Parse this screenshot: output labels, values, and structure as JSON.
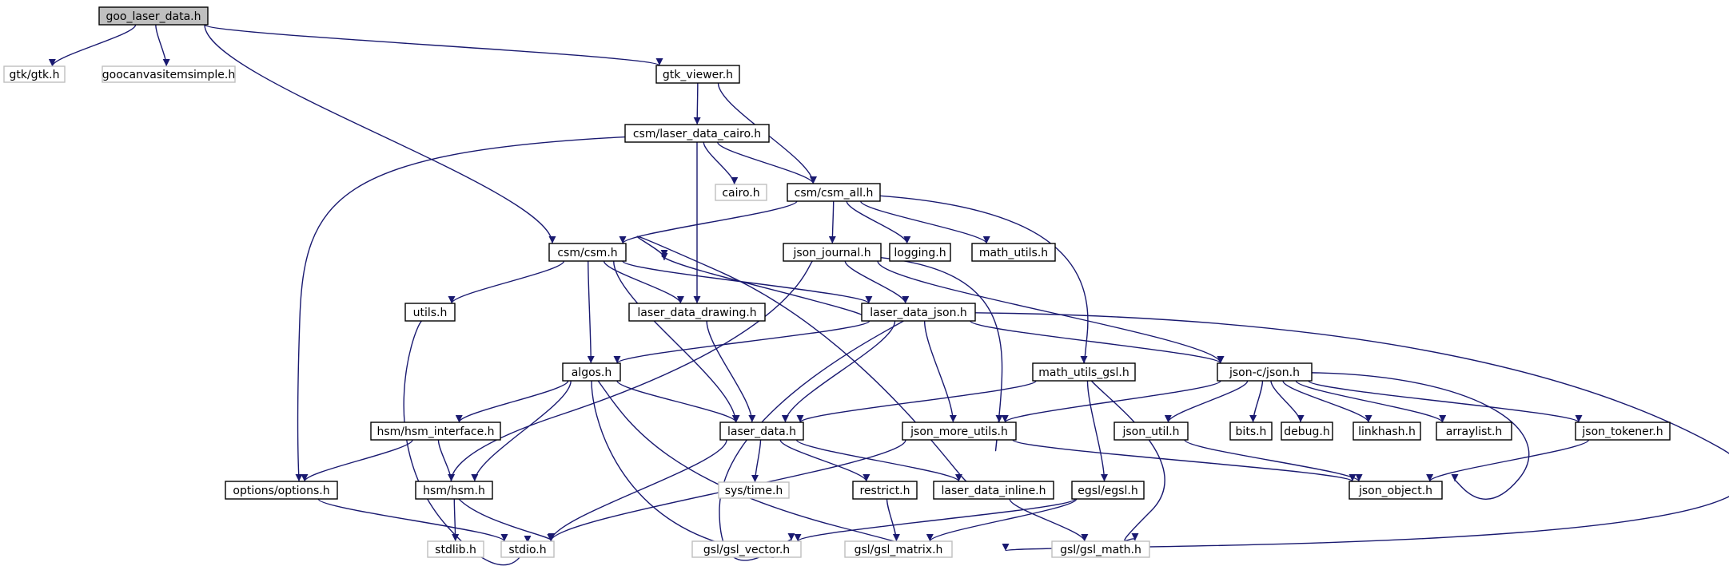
{
  "colors": {
    "edge": "#191970",
    "node_border": "#000000",
    "node_border_external": "#bfbfbf",
    "node_fill": "#ffffff",
    "root_fill": "#bfbfbf",
    "label": "#000000"
  },
  "nodes": [
    {
      "id": "goo_laser_data_h",
      "label": "goo_laser_data.h",
      "kind": "root"
    },
    {
      "id": "gtk_gtk_h",
      "label": "gtk/gtk.h",
      "kind": "external"
    },
    {
      "id": "goocanvasitemsimple_h",
      "label": "goocanvasitemsimple.h",
      "kind": "external"
    },
    {
      "id": "gtk_viewer_h",
      "label": "gtk_viewer.h",
      "kind": "normal"
    },
    {
      "id": "csm_laser_data_cairo_h",
      "label": "csm/laser_data_cairo.h",
      "kind": "normal"
    },
    {
      "id": "cairo_h",
      "label": "cairo.h",
      "kind": "external"
    },
    {
      "id": "csm_csm_all_h",
      "label": "csm/csm_all.h",
      "kind": "normal"
    },
    {
      "id": "csm_csm_h",
      "label": "csm/csm.h",
      "kind": "normal"
    },
    {
      "id": "json_journal_h",
      "label": "json_journal.h",
      "kind": "normal"
    },
    {
      "id": "logging_h",
      "label": "logging.h",
      "kind": "normal"
    },
    {
      "id": "math_utils_h",
      "label": "math_utils.h",
      "kind": "normal"
    },
    {
      "id": "utils_h",
      "label": "utils.h",
      "kind": "normal"
    },
    {
      "id": "laser_data_drawing_h",
      "label": "laser_data_drawing.h",
      "kind": "normal"
    },
    {
      "id": "laser_data_json_h",
      "label": "laser_data_json.h",
      "kind": "normal"
    },
    {
      "id": "algos_h",
      "label": "algos.h",
      "kind": "normal"
    },
    {
      "id": "math_utils_gsl_h",
      "label": "math_utils_gsl.h",
      "kind": "normal"
    },
    {
      "id": "json_c_json_h",
      "label": "json-c/json.h",
      "kind": "normal"
    },
    {
      "id": "hsm_hsm_interface_h",
      "label": "hsm/hsm_interface.h",
      "kind": "normal"
    },
    {
      "id": "laser_data_h",
      "label": "laser_data.h",
      "kind": "normal"
    },
    {
      "id": "json_more_utils_h",
      "label": "json_more_utils.h",
      "kind": "normal"
    },
    {
      "id": "json_util_h",
      "label": "json_util.h",
      "kind": "normal"
    },
    {
      "id": "bits_h",
      "label": "bits.h",
      "kind": "normal"
    },
    {
      "id": "debug_h",
      "label": "debug.h",
      "kind": "normal"
    },
    {
      "id": "linkhash_h",
      "label": "linkhash.h",
      "kind": "normal"
    },
    {
      "id": "arraylist_h",
      "label": "arraylist.h",
      "kind": "normal"
    },
    {
      "id": "json_tokener_h",
      "label": "json_tokener.h",
      "kind": "normal"
    },
    {
      "id": "options_options_h",
      "label": "options/options.h",
      "kind": "normal"
    },
    {
      "id": "hsm_hsm_h",
      "label": "hsm/hsm.h",
      "kind": "normal"
    },
    {
      "id": "sys_time_h",
      "label": "sys/time.h",
      "kind": "external"
    },
    {
      "id": "restrict_h",
      "label": "restrict.h",
      "kind": "normal"
    },
    {
      "id": "laser_data_inline_h",
      "label": "laser_data_inline.h",
      "kind": "normal"
    },
    {
      "id": "egsl_egsl_h",
      "label": "egsl/egsl.h",
      "kind": "normal"
    },
    {
      "id": "json_object_h",
      "label": "json_object.h",
      "kind": "normal"
    },
    {
      "id": "stdlib_h",
      "label": "stdlib.h",
      "kind": "external"
    },
    {
      "id": "stdio_h",
      "label": "stdio.h",
      "kind": "external"
    },
    {
      "id": "gsl_gsl_vector_h",
      "label": "gsl/gsl_vector.h",
      "kind": "external"
    },
    {
      "id": "gsl_gsl_matrix_h",
      "label": "gsl/gsl_matrix.h",
      "kind": "external"
    },
    {
      "id": "gsl_gsl_math_h",
      "label": "gsl/gsl_math.h",
      "kind": "external"
    }
  ],
  "edges": [
    [
      "goo_laser_data_h",
      "gtk_gtk_h"
    ],
    [
      "goo_laser_data_h",
      "goocanvasitemsimple_h"
    ],
    [
      "goo_laser_data_h",
      "gtk_viewer_h"
    ],
    [
      "goo_laser_data_h",
      "csm_csm_h"
    ],
    [
      "gtk_viewer_h",
      "csm_laser_data_cairo_h"
    ],
    [
      "gtk_viewer_h",
      "csm_csm_all_h"
    ],
    [
      "csm_laser_data_cairo_h",
      "cairo_h"
    ],
    [
      "csm_laser_data_cairo_h",
      "csm_csm_all_h"
    ],
    [
      "csm_laser_data_cairo_h",
      "laser_data_drawing_h"
    ],
    [
      "csm_laser_data_cairo_h",
      "options_options_h"
    ],
    [
      "csm_csm_all_h",
      "csm_csm_h"
    ],
    [
      "csm_csm_all_h",
      "json_journal_h"
    ],
    [
      "csm_csm_all_h",
      "logging_h"
    ],
    [
      "csm_csm_all_h",
      "math_utils_h"
    ],
    [
      "csm_csm_all_h",
      "math_utils_gsl_h"
    ],
    [
      "csm_csm_h",
      "utils_h"
    ],
    [
      "csm_csm_h",
      "laser_data_drawing_h"
    ],
    [
      "csm_csm_h",
      "laser_data_json_h"
    ],
    [
      "csm_csm_h",
      "algos_h"
    ],
    [
      "csm_csm_h",
      "laser_data_h"
    ],
    [
      "json_journal_h",
      "laser_data_json_h"
    ],
    [
      "json_journal_h",
      "json_c_json_h"
    ],
    [
      "json_journal_h",
      "json_more_utils_h"
    ],
    [
      "json_journal_h",
      "stdio_h"
    ],
    [
      "utils_h",
      "stdio_h"
    ],
    [
      "laser_data_drawing_h",
      "laser_data_h"
    ],
    [
      "laser_data_json_h",
      "algos_h"
    ],
    [
      "laser_data_json_h",
      "laser_data_h"
    ],
    [
      "laser_data_json_h",
      "json_more_utils_h"
    ],
    [
      "laser_data_json_h",
      "json_c_json_h"
    ],
    [
      "laser_data_json_h",
      "gsl_gsl_vector_h"
    ],
    [
      "laser_data_json_h",
      "gsl_gsl_matrix_h"
    ],
    [
      "laser_data_json_h",
      "csm_csm_h"
    ],
    [
      "algos_h",
      "hsm_hsm_interface_h"
    ],
    [
      "algos_h",
      "hsm_hsm_h"
    ],
    [
      "algos_h",
      "laser_data_h"
    ],
    [
      "algos_h",
      "gsl_gsl_vector_h"
    ],
    [
      "algos_h",
      "gsl_gsl_matrix_h"
    ],
    [
      "math_utils_gsl_h",
      "laser_data_h"
    ],
    [
      "math_utils_gsl_h",
      "egsl_egsl_h"
    ],
    [
      "math_utils_gsl_h",
      "gsl_gsl_math_h"
    ],
    [
      "json_c_json_h",
      "json_more_utils_h"
    ],
    [
      "json_c_json_h",
      "json_util_h"
    ],
    [
      "json_c_json_h",
      "bits_h"
    ],
    [
      "json_c_json_h",
      "debug_h"
    ],
    [
      "json_c_json_h",
      "linkhash_h"
    ],
    [
      "json_c_json_h",
      "arraylist_h"
    ],
    [
      "json_c_json_h",
      "json_tokener_h"
    ],
    [
      "json_c_json_h",
      "json_object_h"
    ],
    [
      "hsm_hsm_interface_h",
      "options_options_h"
    ],
    [
      "hsm_hsm_interface_h",
      "hsm_hsm_h"
    ],
    [
      "laser_data_h",
      "sys_time_h"
    ],
    [
      "laser_data_h",
      "restrict_h"
    ],
    [
      "laser_data_h",
      "laser_data_inline_h"
    ],
    [
      "laser_data_h",
      "stdio_h"
    ],
    [
      "laser_data_inline_h",
      "gsl_gsl_math_h"
    ],
    [
      "laser_data_inline_h",
      "csm_csm_h"
    ],
    [
      "json_more_utils_h",
      "json_object_h"
    ],
    [
      "json_more_utils_h",
      "stdio_h"
    ],
    [
      "json_util_h",
      "json_object_h"
    ],
    [
      "json_tokener_h",
      "json_object_h"
    ],
    [
      "options_options_h",
      "stdio_h"
    ],
    [
      "hsm_hsm_h",
      "stdlib_h"
    ],
    [
      "restrict_h",
      "gsl_gsl_matrix_h"
    ],
    [
      "egsl_egsl_h",
      "gsl_gsl_vector_h"
    ],
    [
      "egsl_egsl_h",
      "gsl_gsl_matrix_h"
    ]
  ]
}
